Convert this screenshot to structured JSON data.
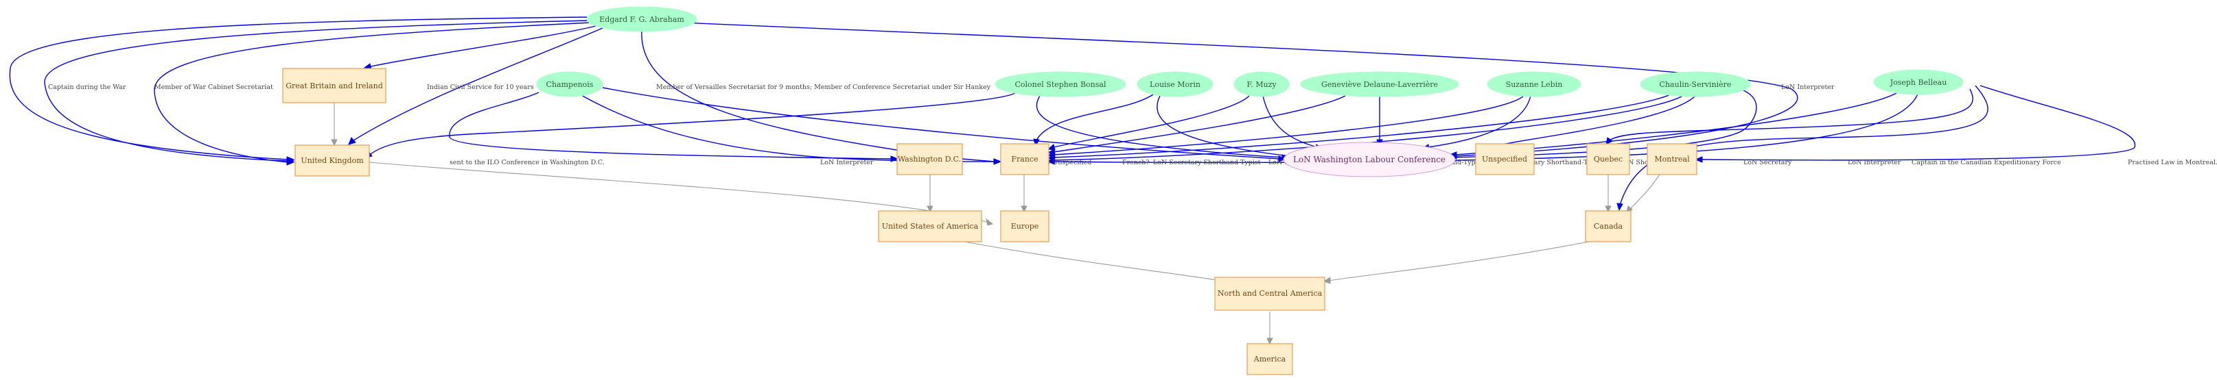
{
  "people": {
    "abraham": "Edgard F. G. Abraham",
    "champenois": "Champenois",
    "bonsal": "Colonel Stephen Bonsal",
    "morin": "Louise Morin",
    "muzy": "F. Muzy",
    "delaune": "Geneviève Delaune-Laverrière",
    "lebin": "Suzanne Lebin",
    "chaulin": "Chaulin-Servinière",
    "belleau": "Joseph Belleau"
  },
  "places": {
    "gbi": "Great Britain and Ireland",
    "uk": "United Kingdom",
    "washington": "Washington D.C.",
    "france": "France",
    "unspecified": "Unspecified",
    "quebec": "Quebec",
    "montreal": "Montreal",
    "usa": "United States of America",
    "europe": "Europe",
    "canada": "Canada",
    "nca": "North and Central America",
    "america": "America"
  },
  "conference": "LoN Washington Labour Conference",
  "edge_labels": {
    "captain_war": "Captain during the War",
    "war_cabinet": "Member of War Cabinet Secretariat",
    "indian_civil": "Indian Civil Service for 10 years",
    "versailles": "Member of Versailles Secretariat for 9 months; Member of Conference Secretariat under Sir Hankey",
    "abraham_interp": "LoN Interpreter",
    "sent_ilo": "sent to the ILO Conference in Washington D.C.",
    "champ_interp": "LoN Interpreter",
    "bonsal_unspec": "LoN Unspecified",
    "french": "French?",
    "morin_typist": "LoN Secretary Shorthand-Typist",
    "muzy_typist": "LoN Secretary Shorthand-Typist",
    "delaune_typist": "LoN Secretary Shorthand-Typist",
    "lebin_typist": "LoN Secretary Shorthand-Typist",
    "chaulin_typist": "LoN Shorthand Typist",
    "chaulin_secretary": "LoN Secretary",
    "belleau_interp": "LoN Interpreter",
    "belleau_captain": "Captain in the Canadian Expeditionary Force",
    "belleau_law": "Practised Law in Montreal."
  },
  "colors": {
    "person": "#aaffcc",
    "place_fill": "#ffedcc",
    "place_stroke": "#e0a050",
    "conference_fill": "#fff0fa",
    "blue_edge": "#0000dd",
    "grey_edge": "#999999"
  }
}
